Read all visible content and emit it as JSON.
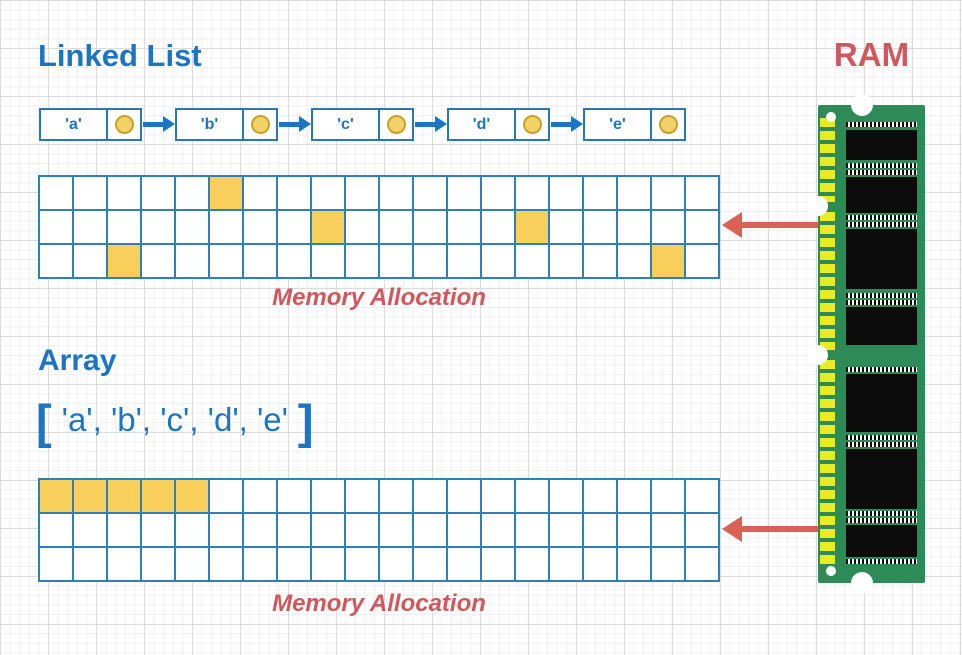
{
  "titles": {
    "linked_list": "Linked List",
    "array": "Array",
    "ram": "RAM"
  },
  "labels": {
    "memory_allocation_top": "Memory Allocation",
    "memory_allocation_bottom": "Memory Allocation"
  },
  "linked_list": {
    "nodes": [
      {
        "value": "'a'"
      },
      {
        "value": "'b'"
      },
      {
        "value": "'c'"
      },
      {
        "value": "'d'"
      },
      {
        "value": "'e'"
      }
    ]
  },
  "array": {
    "open_bracket": "[",
    "elements_text": "'a', 'b', 'c', 'd', 'e'",
    "close_bracket": "]"
  },
  "memory_grids": {
    "linked_list": {
      "rows": 3,
      "cols": 20,
      "filled_cells": [
        {
          "row": 1,
          "col": 6
        },
        {
          "row": 2,
          "col": 9
        },
        {
          "row": 2,
          "col": 15
        },
        {
          "row": 3,
          "col": 3
        },
        {
          "row": 3,
          "col": 19
        }
      ]
    },
    "array": {
      "rows": 3,
      "cols": 20,
      "filled_cells": [
        {
          "row": 1,
          "col": 1
        },
        {
          "row": 1,
          "col": 2
        },
        {
          "row": 1,
          "col": 3
        },
        {
          "row": 1,
          "col": 4
        },
        {
          "row": 1,
          "col": 5
        }
      ]
    }
  },
  "colors": {
    "accent_blue": "#1b74c4",
    "border_blue": "#2678b6",
    "grid_line_blue": "#2e81b2",
    "highlight_yellow": "#f8cf5b",
    "pointer_fill": "#f2d267",
    "pointer_border": "#c9a02c",
    "accent_red": "#d0585c",
    "arrow_red": "#d96156",
    "pcb_green": "#2e8b57",
    "pin_yellow": "#e7ec25",
    "chip_black": "#0c0c0c"
  }
}
